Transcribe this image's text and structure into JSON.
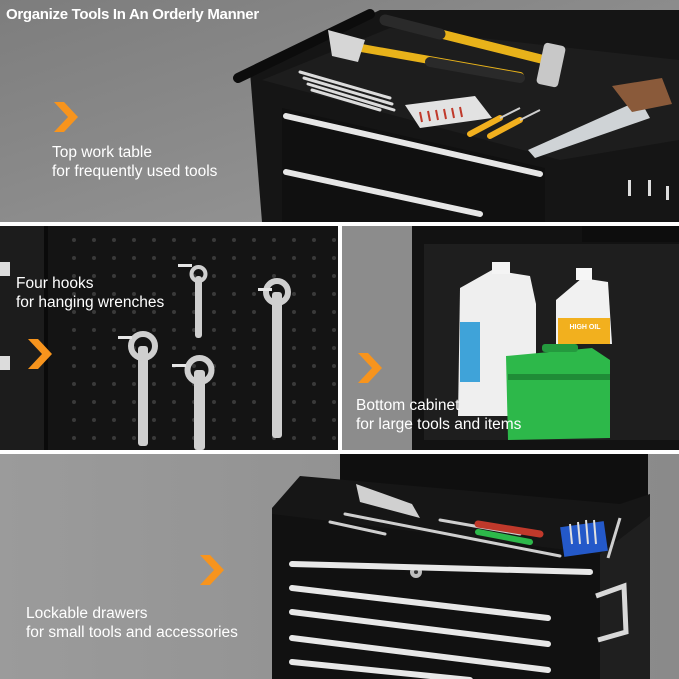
{
  "headline": "Organize Tools In An Orderly Manner",
  "colors": {
    "accent": "#f7941d",
    "background": "#8a8a8a",
    "cabinet": "#141414",
    "caption_text": "#ffffff"
  },
  "icons": [
    "chevron-right-icon"
  ],
  "panels": {
    "top_work_table": {
      "line1": "Top work table",
      "line2": "for frequently used tools"
    },
    "hooks": {
      "line1": "Four hooks",
      "line2": "for hanging wrenches"
    },
    "bottom_cabinet": {
      "line1": "Bottom cabinet",
      "line2": "for large tools and items",
      "oil_label": "HIGH OIL"
    },
    "drawers": {
      "line1": "Lockable drawers",
      "line2": "for small tools and accessories"
    }
  }
}
